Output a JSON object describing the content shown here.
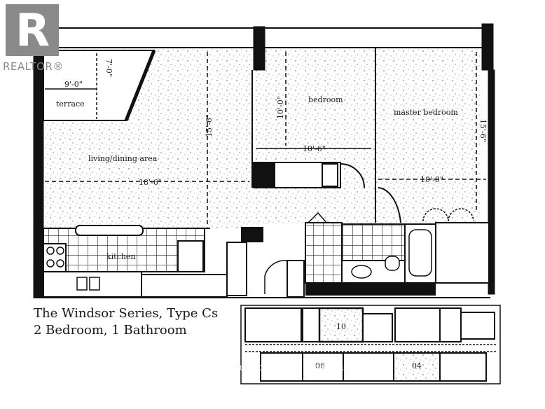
{
  "logo": {
    "mark": "R",
    "text": "REALTOR®"
  },
  "rooms": {
    "terrace": "terrace",
    "living": "living/dining area",
    "bedroom": "bedroom",
    "master": "master bedroom",
    "kitchen": "kitchen"
  },
  "dimensions": {
    "terrace_w": "9'-0\"",
    "terrace_h": "7'-0\"",
    "living_w": "18'-6\"",
    "living_h": "15'-6\"",
    "bedroom_h": "10'-0\"",
    "bedroom_w": "10'-6\"",
    "master_w": "10'-0\"",
    "master_h": "15'-6\""
  },
  "caption": {
    "line1": "The Windsor Series, Type Cs",
    "line2": "2 Bedroom, 1 Bathroom"
  },
  "keyplan": {
    "unit_a": "10",
    "unit_b": "06",
    "unit_c": "04"
  },
  "watermark": "COLDWELL BANKER RHODES & COMPANY BROKERAGE"
}
